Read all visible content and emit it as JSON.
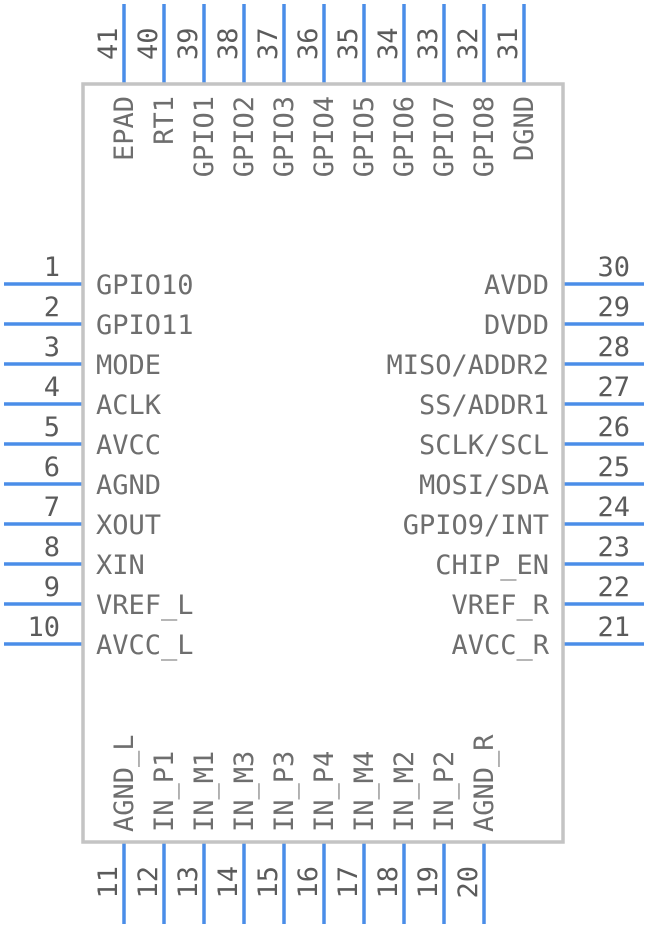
{
  "component": {
    "left_pins": [
      {
        "number": "1",
        "name": "GPIO10"
      },
      {
        "number": "2",
        "name": "GPIO11"
      },
      {
        "number": "3",
        "name": "MODE"
      },
      {
        "number": "4",
        "name": "ACLK"
      },
      {
        "number": "5",
        "name": "AVCC"
      },
      {
        "number": "6",
        "name": "AGND"
      },
      {
        "number": "7",
        "name": "XOUT"
      },
      {
        "number": "8",
        "name": "XIN"
      },
      {
        "number": "9",
        "name": "VREF_L"
      },
      {
        "number": "10",
        "name": "AVCC_L"
      }
    ],
    "bottom_pins": [
      {
        "number": "11",
        "name": "AGND_L"
      },
      {
        "number": "12",
        "name": "IN_P1"
      },
      {
        "number": "13",
        "name": "IN_M1"
      },
      {
        "number": "14",
        "name": "IN_M3"
      },
      {
        "number": "15",
        "name": "IN_P3"
      },
      {
        "number": "16",
        "name": "IN_P4"
      },
      {
        "number": "17",
        "name": "IN_M4"
      },
      {
        "number": "18",
        "name": "IN_M2"
      },
      {
        "number": "19",
        "name": "IN_P2"
      },
      {
        "number": "20",
        "name": "AGND_R"
      }
    ],
    "right_pins": [
      {
        "number": "30",
        "name": "AVDD"
      },
      {
        "number": "29",
        "name": "DVDD"
      },
      {
        "number": "28",
        "name": "MISO/ADDR2"
      },
      {
        "number": "27",
        "name": "SS/ADDR1"
      },
      {
        "number": "26",
        "name": "SCLK/SCL"
      },
      {
        "number": "25",
        "name": "MOSI/SDA"
      },
      {
        "number": "24",
        "name": "GPIO9/INT"
      },
      {
        "number": "23",
        "name": "CHIP_EN"
      },
      {
        "number": "22",
        "name": "VREF_R"
      },
      {
        "number": "21",
        "name": "AVCC_R"
      }
    ],
    "top_pins": [
      {
        "number": "41",
        "name": "EPAD"
      },
      {
        "number": "40",
        "name": "RT1"
      },
      {
        "number": "39",
        "name": "GPIO1"
      },
      {
        "number": "38",
        "name": "GPIO2"
      },
      {
        "number": "37",
        "name": "GPIO3"
      },
      {
        "number": "36",
        "name": "GPIO4"
      },
      {
        "number": "35",
        "name": "GPIO5"
      },
      {
        "number": "34",
        "name": "GPIO6"
      },
      {
        "number": "33",
        "name": "GPIO7"
      },
      {
        "number": "32",
        "name": "GPIO8"
      },
      {
        "number": "31",
        "name": "DGND"
      }
    ],
    "colors": {
      "pin": "#4a8de8",
      "body_outline": "#c4c4c4",
      "text": "#6e6e6e"
    }
  }
}
